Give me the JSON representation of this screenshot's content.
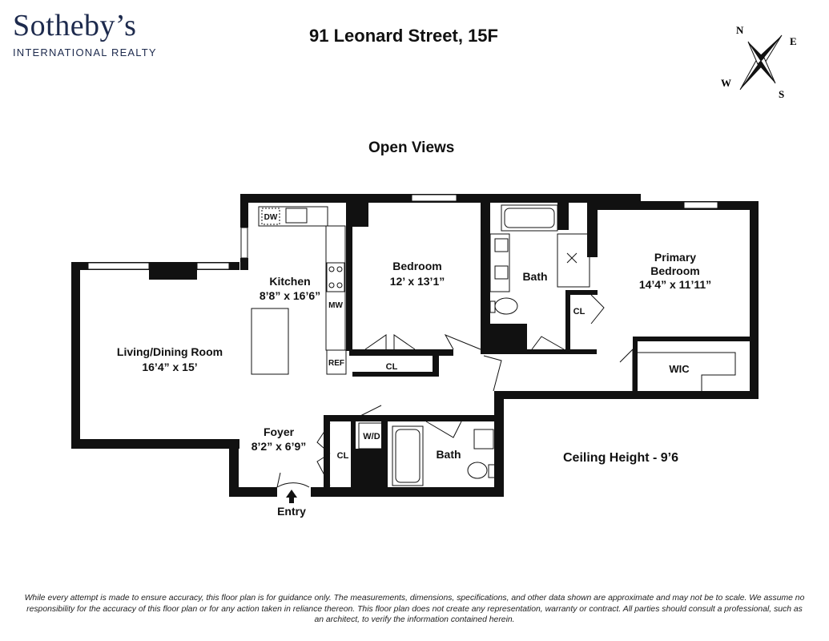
{
  "brand": {
    "name": "Sotheby’s",
    "subtitle": "INTERNATIONAL REALTY"
  },
  "title": "91 Leonard Street, 15F",
  "views_label": "Open Views",
  "ceiling_label": "Ceiling Height - 9’6",
  "compass": {
    "n": "N",
    "e": "E",
    "s": "S",
    "w": "W"
  },
  "rooms": {
    "living": {
      "name": "Living/Dining Room",
      "dims": "16’4” x 15’"
    },
    "kitchen": {
      "name": "Kitchen",
      "dims": "8’8” x 16’6”"
    },
    "bedroom": {
      "name": "Bedroom",
      "dims": "12’ x 13’1”"
    },
    "bath1": {
      "name": "Bath"
    },
    "primary": {
      "name1": "Primary",
      "name2": "Bedroom",
      "dims": "14’4” x 11’11”"
    },
    "wic": {
      "name": "WIC"
    },
    "foyer": {
      "name": "Foyer",
      "dims": "8’2” x 6’9”"
    },
    "bath2": {
      "name": "Bath"
    }
  },
  "fixtures": {
    "dw": "DW",
    "mw": "MW",
    "ref": "REF",
    "cl": "CL",
    "wd": "W/D"
  },
  "entry_label": "Entry",
  "disclaimer": "While every attempt is made to ensure accuracy, this floor plan is for guidance only. The measurements, dimensions, specifications, and other data shown are approximate and may not be to scale. We assume no responsibility for the accuracy of this floor plan or for any action taken in reliance thereon. This floor plan does not create any representation, warranty or contract. All parties should consult a professional, such as an architect, to verify the information contained herein."
}
